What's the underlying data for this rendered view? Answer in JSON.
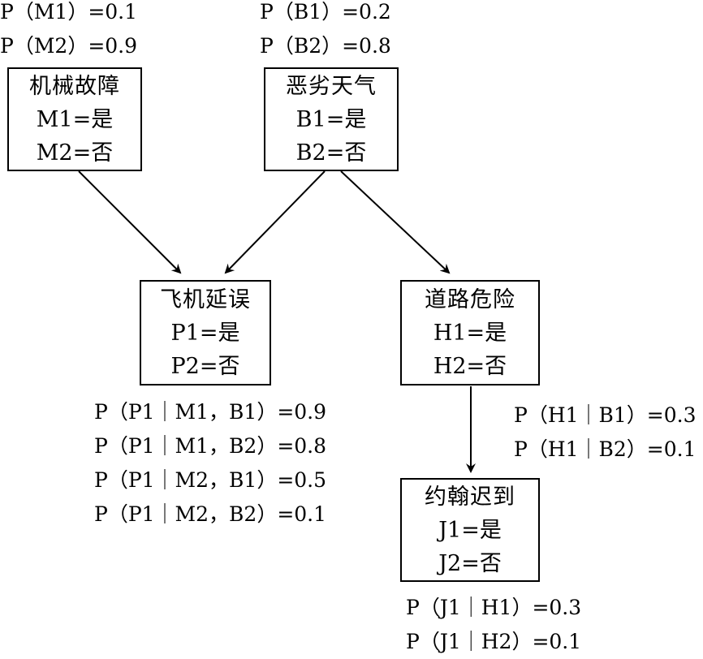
{
  "colors": {
    "stroke": "#000000",
    "background": "#ffffff"
  },
  "nodes": {
    "mechanical": {
      "title": "机械故障",
      "state1": "M1=是",
      "state2": "M2=否"
    },
    "weather": {
      "title": "恶劣天气",
      "state1": "B1=是",
      "state2": "B2=否"
    },
    "flight": {
      "title": "飞机延误",
      "state1": "P1=是",
      "state2": "P2=否"
    },
    "road": {
      "title": "道路危险",
      "state1": "H1=是",
      "state2": "H2=否"
    },
    "john": {
      "title": "约翰迟到",
      "state1": "J1=是",
      "state2": "J2=否"
    }
  },
  "probabilities": {
    "mechanical": [
      "P（M1）=0.1",
      "P（M2）=0.9"
    ],
    "weather": [
      "P（B1）=0.2",
      "P（B2）=0.8"
    ],
    "flight": [
      "P（P1｜M1，B1）=0.9",
      "P（P1｜M1，B2）=0.8",
      "P（P1｜M2，B1）=0.5",
      "P（P1｜M2，B2）=0.1"
    ],
    "road": [
      "P（H1｜B1）=0.3",
      "P（H1｜B2）=0.1"
    ],
    "john": [
      "P（J1｜H1）=0.3",
      "P（J1｜H2）=0.1"
    ]
  }
}
